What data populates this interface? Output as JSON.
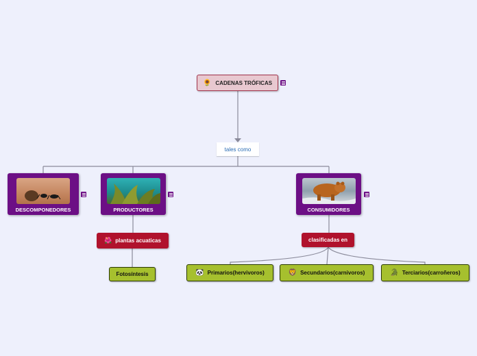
{
  "root": {
    "label": "CADENAS TRÓFICAS",
    "emoji": "🌻"
  },
  "connector_label": "tales como",
  "categories": {
    "descomponedores": {
      "label": "DESCOMPONEDORES",
      "image": "beetle-photo"
    },
    "productores": {
      "label": "PRODUCTORES",
      "image": "kelp-photo"
    },
    "consumidores": {
      "label": "CONSUMIDORES",
      "image": "bear-photo"
    }
  },
  "productores_child": {
    "label": "plantas acuaticas",
    "emoji": "🌺"
  },
  "fotosintesis": {
    "label": "Fotosíntesis"
  },
  "consumidores_child": {
    "label": "clasificadas en"
  },
  "consumer_types": [
    {
      "label": "Primarios(hervivoros)",
      "emoji": "🐼"
    },
    {
      "label": "Secundarios(carnivoros)",
      "emoji": "🦁"
    },
    {
      "label": "Terciarios(carroñeros)",
      "emoji": "🐊"
    }
  ],
  "colors": {
    "background": "#eef0fc",
    "root_fill": "#e8c8d0",
    "category_fill": "#6c0f85",
    "red_fill": "#b0122c",
    "green_fill": "#a6c02e",
    "connector": "#8a8a9a"
  }
}
